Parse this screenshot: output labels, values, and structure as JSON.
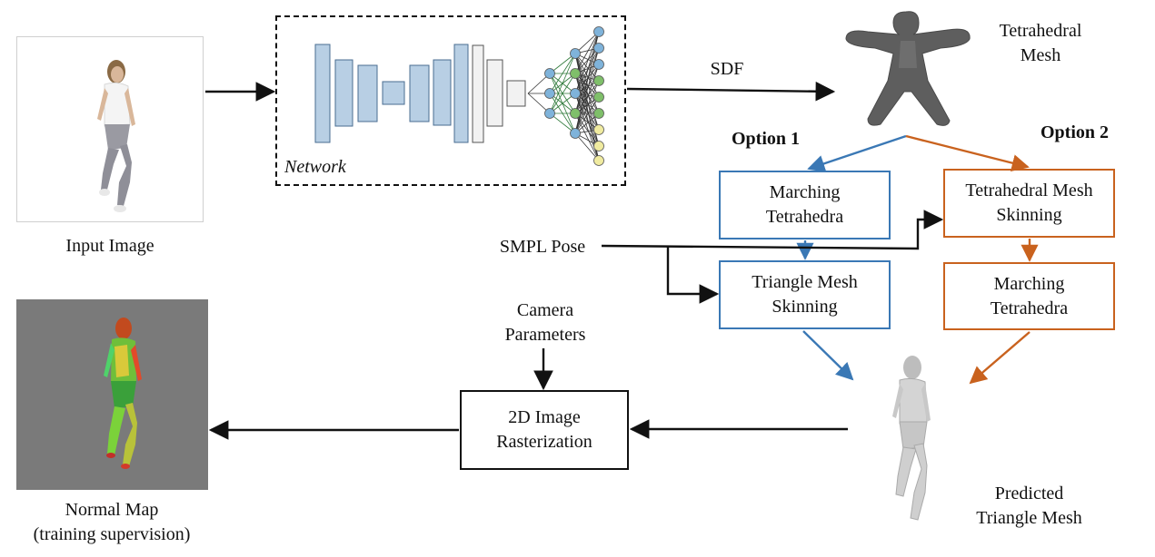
{
  "labels": {
    "input_image": "Input Image",
    "network": "Network",
    "sdf": "SDF",
    "tetrahedral_mesh_line1": "Tetrahedral",
    "tetrahedral_mesh_line2": "Mesh",
    "option1": "Option 1",
    "option2": "Option 2",
    "smpl_pose": "SMPL Pose",
    "camera_line1": "Camera",
    "camera_line2": "Parameters",
    "normal_map_line1": "Normal Map",
    "normal_map_line2": "(training supervision)",
    "predicted_line1": "Predicted",
    "predicted_line2": "Triangle Mesh"
  },
  "boxes": {
    "marching_tetra_1": [
      "Marching",
      "Tetrahedra"
    ],
    "triangle_skinning": [
      "Triangle Mesh",
      "Skinning"
    ],
    "tetra_skinning": [
      "Tetrahedral Mesh",
      "Skinning"
    ],
    "marching_tetra_2": [
      "Marching",
      "Tetrahedra"
    ],
    "rasterization": [
      "2D Image",
      "Rasterization"
    ]
  },
  "colors": {
    "option1": "#3a78b5",
    "option2": "#c9621e",
    "network_layer_fill": "#b8cfe4",
    "network_layer_stroke": "#4a6d91",
    "node_blue": "#7fb3da",
    "node_green": "#7fbf6a",
    "node_yellow": "#f0eba0",
    "normal_map_bg": "#7a7a7a"
  }
}
